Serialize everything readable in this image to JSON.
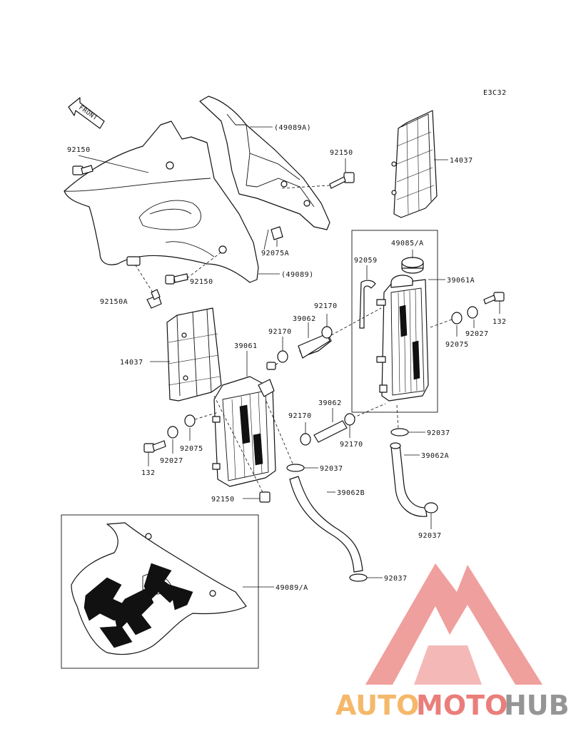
{
  "diagram": {
    "code": "E3C32",
    "front_label": "FRONT"
  },
  "callouts": {
    "shroud_a_ref": "(49089A)",
    "shroud_ref": "(49089)",
    "shroud_sticker": "49089/A",
    "cap": "49085/A",
    "radiator_left": "39061",
    "radiator_right": "39061A",
    "screen_right": "14037",
    "screen_left": "14037",
    "overflow_hose": "92059",
    "hose_upper": "39062",
    "hose_lower": "39062",
    "hose_a": "39062A",
    "hose_b": "39062B",
    "bolt_top_left": "92150",
    "bolt_top_right": "92150",
    "bolt_mid": "92150",
    "bolt_bottom": "92150",
    "bolt_a": "92150A",
    "collar_top": "92075A",
    "collar_right": "92075",
    "collar_left": "92075",
    "washer_right": "92027",
    "washer_left": "92027",
    "bolt_132_right": "132",
    "bolt_132_left": "132",
    "clamp_upper_1": "92170",
    "clamp_upper_2": "92170",
    "clamp_lower_1": "92170",
    "clamp_lower_2": "92170",
    "clamp_37_right_top": "92037",
    "clamp_37_right_bottom": "92037",
    "clamp_37_mid": "92037",
    "clamp_37_bottom": "92037"
  },
  "watermark": {
    "part1": "AUTO",
    "part2": "MOTO",
    "part3": "HUB",
    "color_triangle": "#e8716d",
    "color_auto": "#f4b15a",
    "color_moto": "#e8716d",
    "color_hub": "#8a8a8a"
  }
}
